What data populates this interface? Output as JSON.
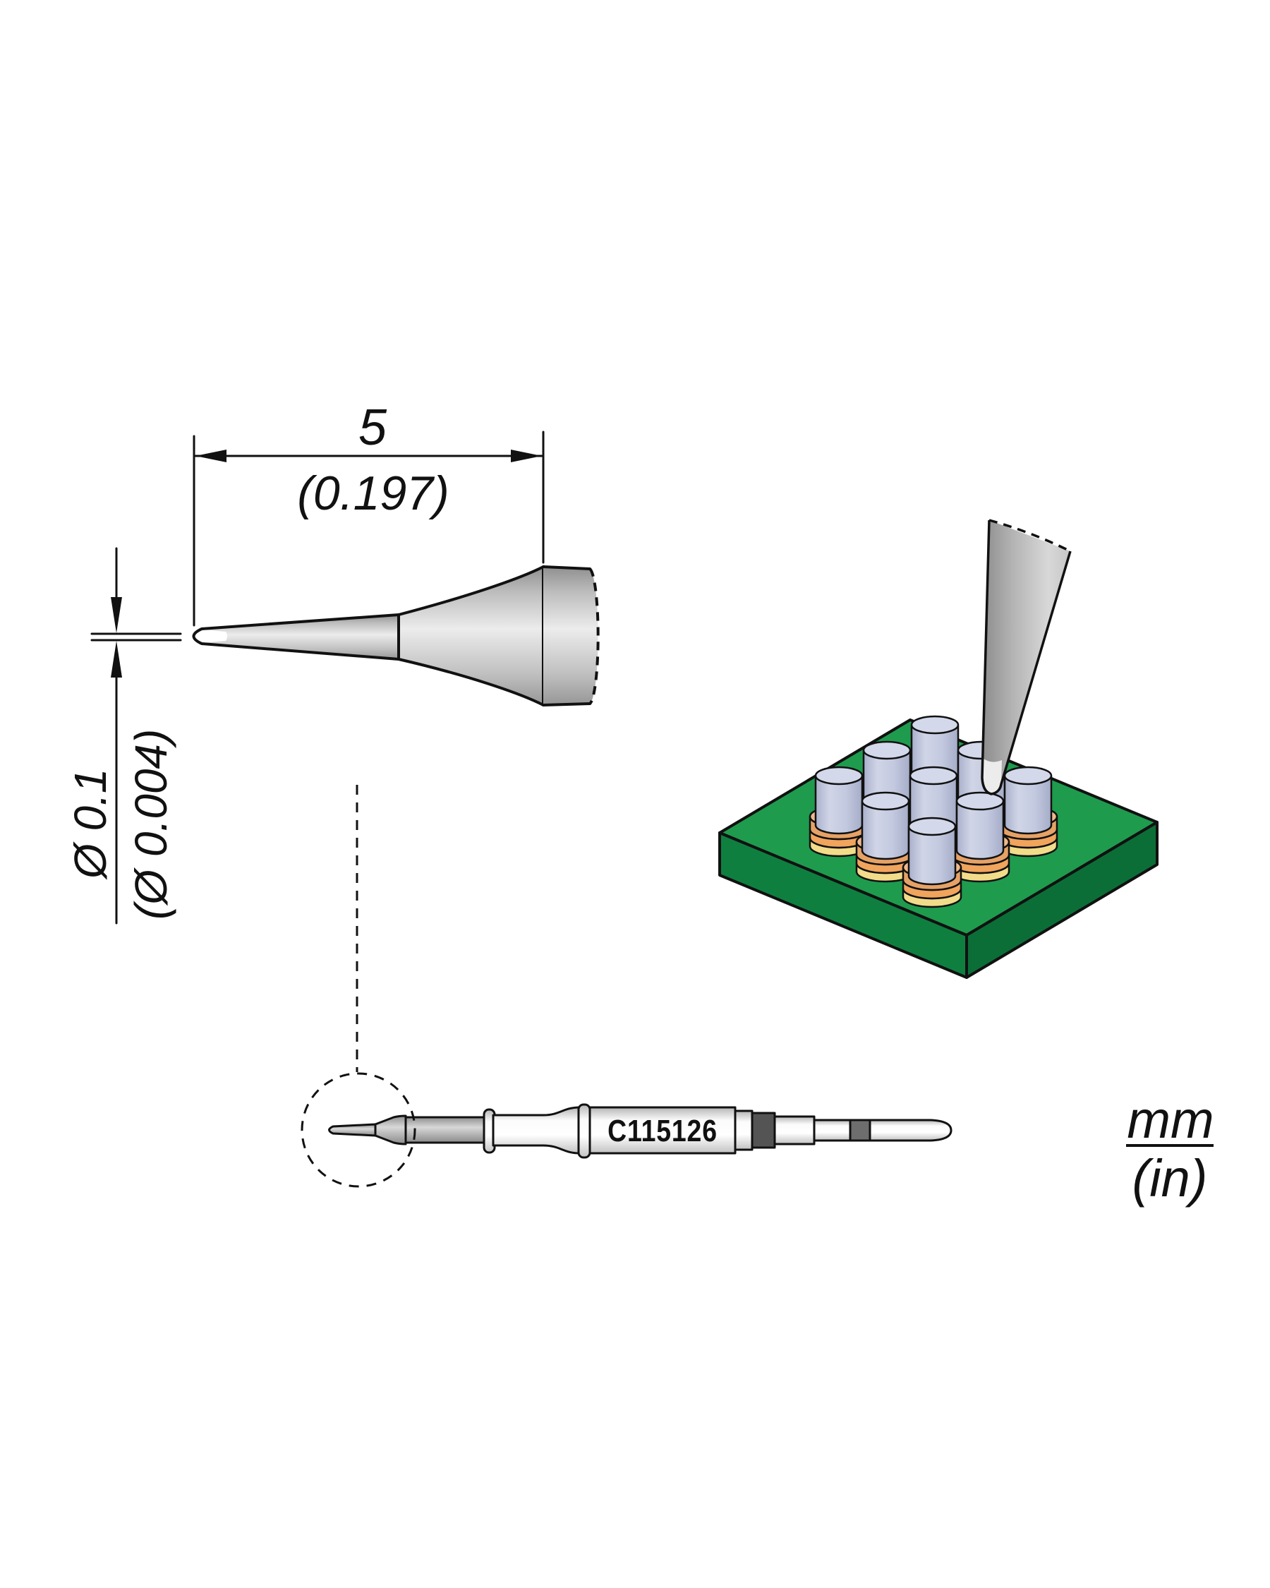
{
  "drawing": {
    "length_dimension": {
      "mm": "5",
      "inches": "(0.197)"
    },
    "tip_diameter_dimension": {
      "mm": "Ø 0.1",
      "inches": "(Ø 0.004)"
    },
    "cartridge_label": "C115126",
    "units_legend": {
      "metric": "mm",
      "imperial": "(in)"
    }
  },
  "colors": {
    "line": "#1a1a1a",
    "pcb-top": "#1f9b4e",
    "pcb-side-left": "#0f7f40",
    "pcb-side-right": "#0c6e37",
    "pin-body": "#c3c9df",
    "pin-top": "#d3d8ea",
    "pad-copper": "#e6a266",
    "pad-copper-top": "#f0b98a",
    "pad-orange": "#f0a45c",
    "pad-yellow": "#f2dc8a",
    "metal-light": "#ececec",
    "metal-dark": "#8f8f8f"
  }
}
